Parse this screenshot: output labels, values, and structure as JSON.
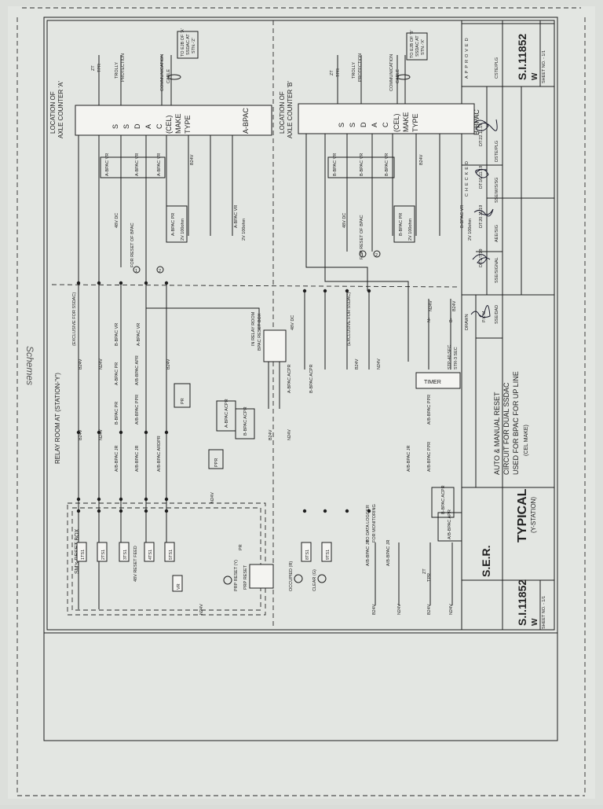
{
  "handwritten_top": "Schemes",
  "title_block": {
    "sheet_no_label": "SHEET NO. - 1/1",
    "drawing_no": "S.I.11852",
    "rev": "W",
    "ser": "S.E.R.",
    "typical": "TYPICAL",
    "station": "(Y-STATION)",
    "title_lines": [
      "AUTO & MANUAL RESET",
      "CIRCUIT FOR DUAL SSDAC",
      "USED FOR BPAC FOR UP LINE",
      "(CEL MAKE)"
    ],
    "drawn_label": "DRAWN",
    "checked_label": "CHECKED",
    "approved_label": "APPROVED",
    "signer_codes": [
      "P.K.M",
      "SSE/DAD",
      "SSE/SIGNAL",
      "AEE/SIG",
      "SSE/W/S/SG",
      "DSTE/PLG",
      "CSTE/PLG"
    ],
    "dates": [
      "DT:1/7/19",
      "DT:20.11.19",
      "DT:16.11.19",
      "DT:22.11.19"
    ]
  },
  "diagram": {
    "relay_room": "RELAY ROOM AT (STATION-'Y')",
    "location_a": [
      "LOCATION OF",
      "AXLE COUNTER 'A'"
    ],
    "location_b": [
      "LOCATION OF",
      "AXLE COUNTER 'B'"
    ],
    "bpac_a": "A-BPAC",
    "bpac_b": "B-BPAC",
    "cel_make": [
      "(CEL)",
      "MAKE",
      "TYPE"
    ],
    "ssdac_letters": [
      "S",
      "S",
      "D",
      "A",
      "C"
    ],
    "comm_cable": [
      "COMMUNICATION",
      "CABLE"
    ],
    "to_ejb_a": [
      "TO EJB OF 'A'",
      "SSDAC AT",
      "STN.-'Z'"
    ],
    "to_ejb_b": [
      "TO EJB OF 'B'",
      "SSDAC AT",
      "STN.-'X'"
    ],
    "trolly": [
      "TROLLY",
      "PROTECTION"
    ],
    "tpr": [
      "ZT",
      "TPR"
    ],
    "exclusive_ssdac": "(EXCLUSIVE FOR SSDAC)",
    "for_reset_bpac": "FOR RESET OF BPAC",
    "dc_48v": "48V DC",
    "reset_box": "SM's RESET BOX",
    "in_relay_room": [
      "IN RELAY ROOM",
      "BPAC RESET BOX"
    ],
    "data_logger": [
      "TO DATA LOGGER",
      "FOR MONITORING"
    ],
    "timer": "TIMER",
    "stp_note": [
      "STP-40 SEC",
      "STR-3 SEC"
    ],
    "reset_feed": "48V RESET FEED",
    "switch_labels": [
      "1TS1",
      "2TS1",
      "3TS1",
      "4TS1",
      "5TS1",
      "8TS1",
      "9TS1"
    ],
    "relay_labels": [
      "A-BPAC VR",
      "B-BPAC VR",
      "A-BPAC PR",
      "B-BPAC PR",
      "A/B-BPAC APR",
      "A-BPAC ACPR",
      "B-BPAC ACPR",
      "A/B-BPAC ARDPR",
      "A/B-BPAC PPR",
      "A/B-BPAC JR"
    ],
    "supply": [
      "B24V",
      "N24V",
      "N-",
      "B-",
      "+48V",
      "-48V",
      "2V 100ohm",
      "VR",
      "PR",
      "PPR",
      "APR",
      "ACPR"
    ],
    "lamps": [
      "PRP RESET (Y)",
      "OCCUPIED (R)",
      "CLEAR (G)"
    ],
    "prp_reset": "PRP RESET",
    "circle_nums": [
      "1",
      "2"
    ]
  }
}
